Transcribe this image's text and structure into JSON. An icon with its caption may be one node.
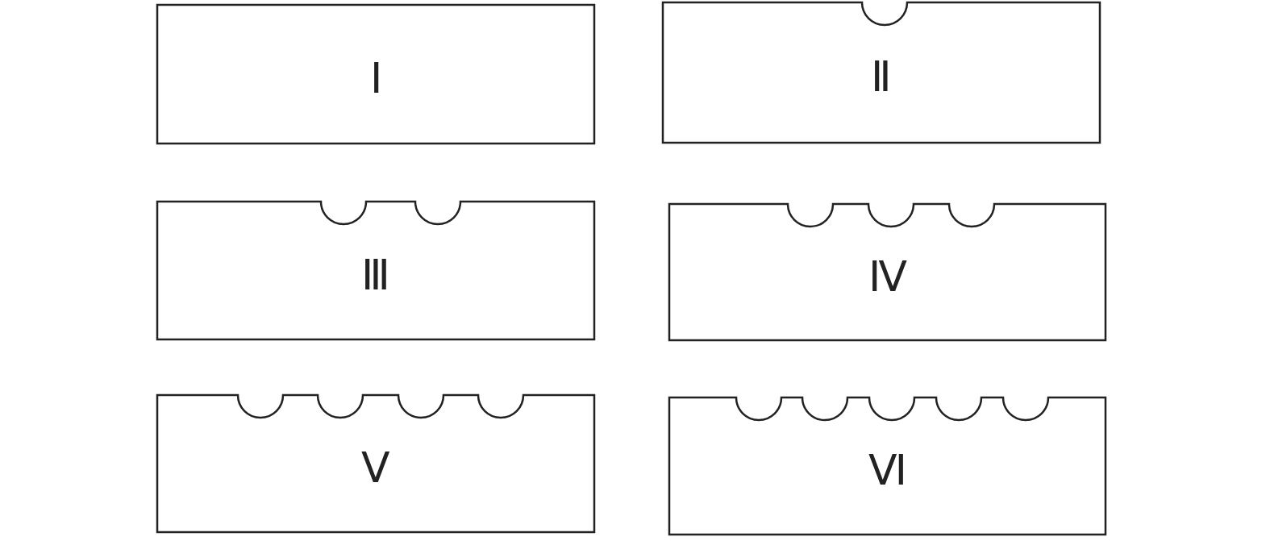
{
  "diagram": {
    "nodes": [
      {
        "text": [
          "Ⅰ"
        ]
      },
      {
        "text": [
          "Ⅱ"
        ]
      },
      {
        "text": [
          "Ⅲ"
        ]
      },
      {
        "text": [
          "Ⅳ"
        ]
      },
      {
        "text": [
          "Ⅴ"
        ]
      },
      {
        "text": [
          "Ⅵ"
        ]
      }
    ]
  }
}
